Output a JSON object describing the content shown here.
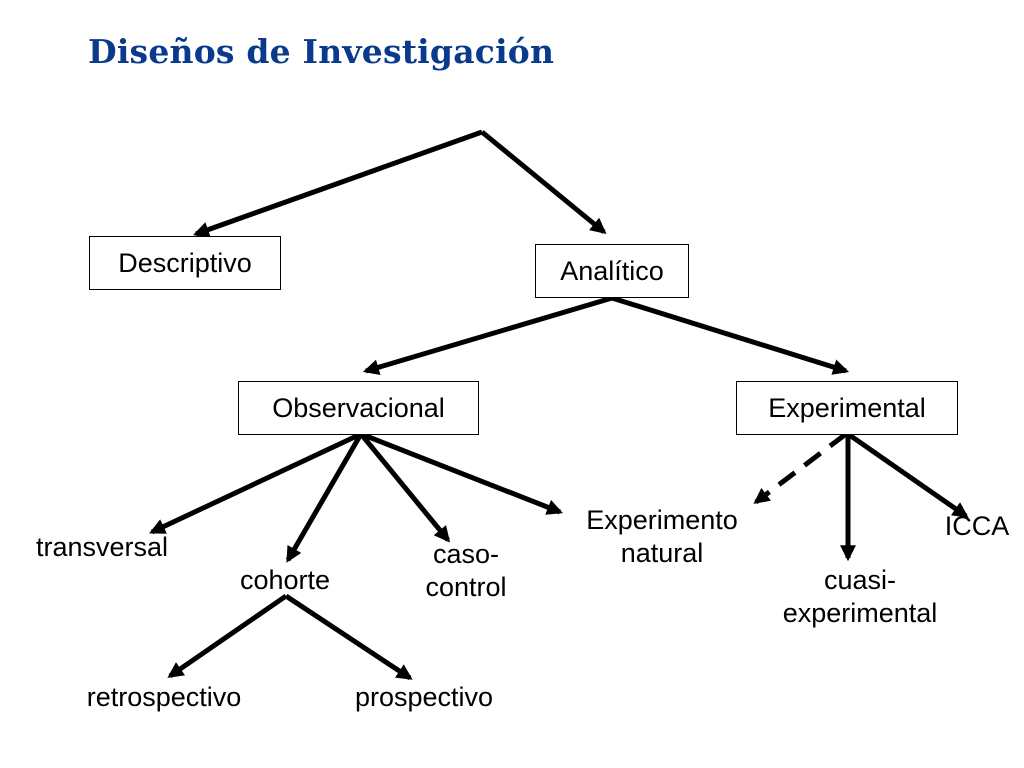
{
  "title": "Diseños de Investigación",
  "nodes": {
    "descriptivo": "Descriptivo",
    "analitico": "Analítico",
    "observacional": "Observacional",
    "experimental": "Experimental",
    "transversal": "transversal",
    "cohorte": "cohorte",
    "caso_control": [
      "caso-",
      "control"
    ],
    "experimento_natural": [
      "Experimento",
      "natural"
    ],
    "cuasi_experimental": [
      "cuasi-",
      "experimental"
    ],
    "icca": "ICCA",
    "retrospectivo": "retrospectivo",
    "prospectivo": "prospectivo"
  },
  "edges": [
    {
      "from": "root",
      "to": "descriptivo",
      "style": "solid"
    },
    {
      "from": "root",
      "to": "analitico",
      "style": "solid"
    },
    {
      "from": "analitico",
      "to": "observacional",
      "style": "solid"
    },
    {
      "from": "analitico",
      "to": "experimental",
      "style": "solid"
    },
    {
      "from": "observacional",
      "to": "transversal",
      "style": "solid"
    },
    {
      "from": "observacional",
      "to": "cohorte",
      "style": "solid"
    },
    {
      "from": "observacional",
      "to": "caso_control",
      "style": "solid"
    },
    {
      "from": "observacional",
      "to": "experimento_natural",
      "style": "solid"
    },
    {
      "from": "experimental",
      "to": "experimento_natural",
      "style": "dashed"
    },
    {
      "from": "experimental",
      "to": "cuasi_experimental",
      "style": "solid"
    },
    {
      "from": "experimental",
      "to": "icca",
      "style": "solid"
    },
    {
      "from": "cohorte",
      "to": "retrospectivo",
      "style": "solid"
    },
    {
      "from": "cohorte",
      "to": "prospectivo",
      "style": "solid"
    }
  ],
  "colors": {
    "title": "#0a3a8c",
    "lines": "#000000"
  }
}
